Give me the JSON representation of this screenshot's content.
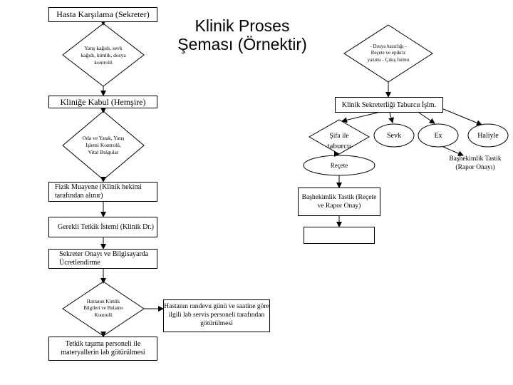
{
  "title": {
    "line1": "Klinik Proses",
    "line2": "Şeması (Örnektir)"
  },
  "left_flow": {
    "hasta_karsilama": "Hasta Karşılama (Sekreter)",
    "yatis_kontrol": "Yatış kağıdı, sevk kağıdı, kimlik, dosya kontrolü",
    "klinige_kabul": "Kliniğe Kabul (Hemşire)",
    "oda_yatak": "Oda ve Yatak, Yatış İşlemi Kontrolü, Vital Bulgular",
    "fizik_muayene": "Fizik Muayene (Klinik hekimi tarafından alınır)",
    "tetkik_istemi": "Gerekli Tetkik İstemi (Klinik Dr.)",
    "sekreter_onayi": "Sekreter Onayı ve Bilgisayarda Ücretlendirme",
    "hasta_kimlik": "Hastanın Kimlik Bilgileri ve Bulamo Kontrolü",
    "tetkik_tasima": "Tetkik taşıma personeli ile materyallerin lab götürülmesi"
  },
  "middle": {
    "randevu": "Hastanın randevu günü ve saatine göre ilgili lab servis personeli tarafından götürülmesi"
  },
  "right_flow": {
    "dosya_diamond": "- Dosya hazırlığı - Reçete ve epikriz yazımı - Çıkış formu",
    "taburcu_islm": "Klinik Sekreterliği Taburcu İşlm.",
    "sifa_ile": "Şifa ile",
    "taburcu": "taburcu",
    "sevk": "Sevk",
    "ex": "Ex",
    "haliyle": "Haliyle",
    "recete": "Reçete",
    "bashekimlik_rapor": "Başhekimlik Tastik (Rapor Onayı)",
    "bashekimlik_recete": "Başhekimlik Tastik (Reçete ve Rapor Onay)",
    "empty_box": ""
  }
}
